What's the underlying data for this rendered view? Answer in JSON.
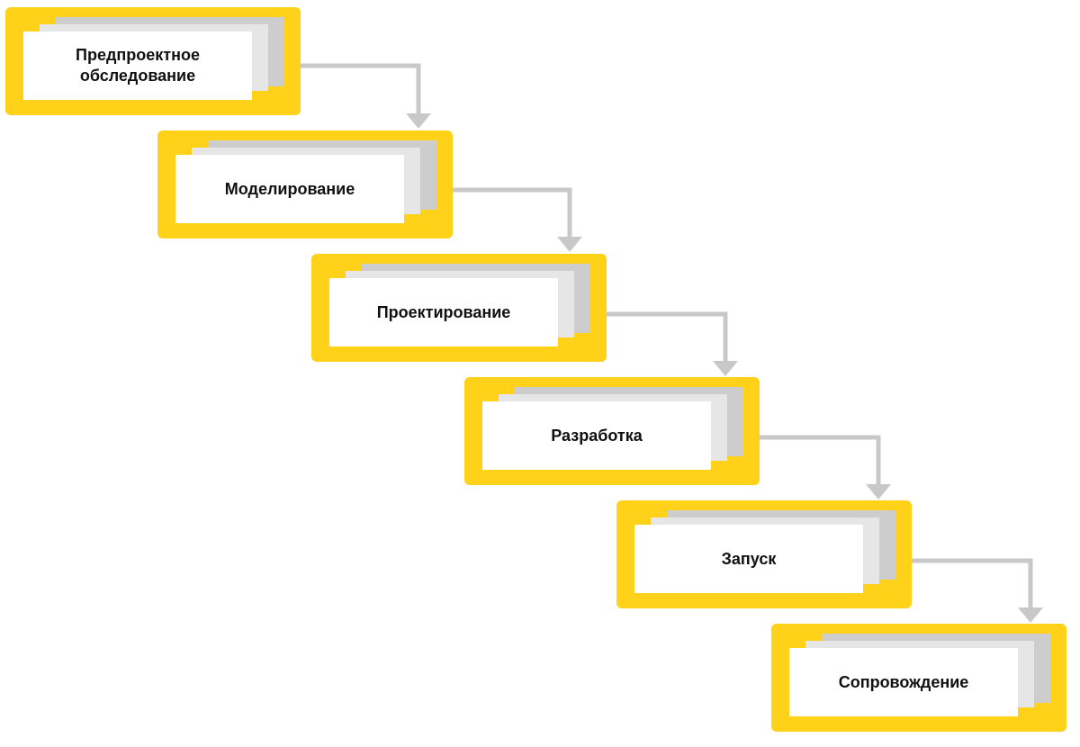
{
  "diagram": {
    "steps": [
      {
        "label": "Предпроектное\nобследование"
      },
      {
        "label": "Моделирование"
      },
      {
        "label": "Проектирование"
      },
      {
        "label": "Разработка"
      },
      {
        "label": "Запуск"
      },
      {
        "label": "Сопровождение"
      }
    ],
    "colors": {
      "step_fill": "#FFD118",
      "sheet_front": "#ffffff",
      "sheet_mid": "#e6e6e6",
      "sheet_back": "#cdcdcd",
      "connector": "#c8c8c8",
      "text": "#111111"
    }
  }
}
